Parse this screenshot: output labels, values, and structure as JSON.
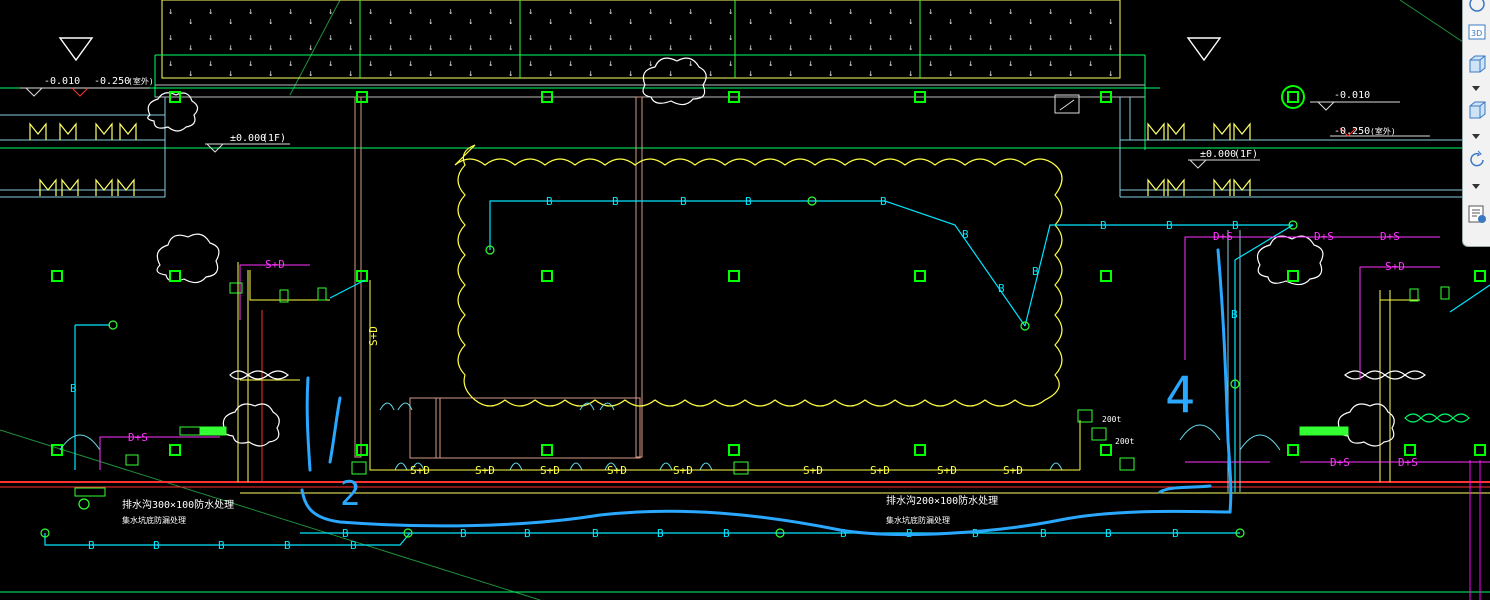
{
  "drawing": {
    "level_left_1": "-0.010",
    "level_left_2": "-0.250",
    "level_left_suffix": "(室外)",
    "level_floor_left": "±0.000",
    "level_floor_left_tag": "(1F)",
    "level_right_1": "-0.010",
    "level_right_2": "-0.250",
    "level_right_suffix": "(室外)",
    "level_floor_right": "±0.000",
    "level_floor_right_tag": "(1F)",
    "pipe_label_left": "排水沟300×100防水处理",
    "pipe_label_left_sub": "集水坑底防漏处理",
    "pipe_label_right": "排水沟200×100防水处理",
    "pipe_label_right_sub": "集水坑底防漏处理",
    "line_tag_b": "B",
    "line_tag_sd": "S+D",
    "line_tag_ds": "D+S",
    "tag_200t": "200t",
    "handwritten_1": "1",
    "handwritten_2": "2",
    "handwritten_4": "4"
  },
  "toolbar": {
    "icons": [
      "orbit-icon",
      "view-3d-icon",
      "cube-icon",
      "cube-front-icon",
      "rotate-icon",
      "properties-icon"
    ],
    "label_3d": "3D"
  },
  "colors": {
    "background": "#000000",
    "wall": "#ffffff",
    "grid_green": "#00ff00",
    "drain_cyan": "#00e5ff",
    "supply_magenta": "#ff00ff",
    "gas_yellow": "#ffff00",
    "pipe_red": "#ff3030",
    "annotation_blue": "#2aa8ff"
  }
}
